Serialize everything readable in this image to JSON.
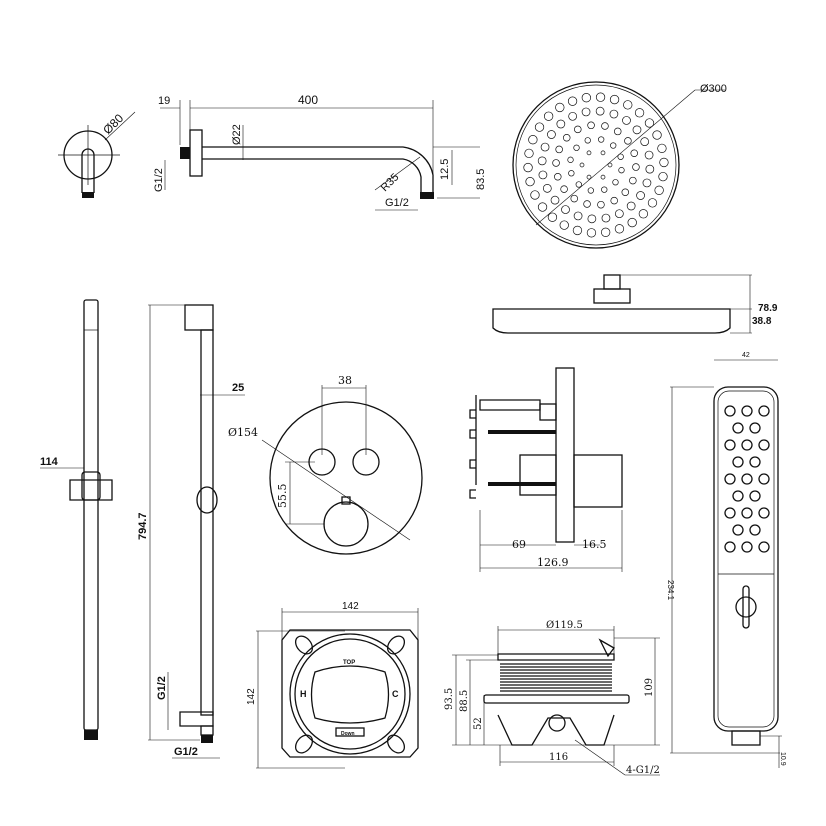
{
  "wall_flange": {
    "diameter": "Ø80"
  },
  "shower_arm": {
    "flange_depth": "19",
    "length": "400",
    "pipe_diameter": "Ø22",
    "inlet_thread": "G1/2",
    "bend_radius": "R35",
    "outlet_offset": "12.5",
    "drop": "83.5",
    "outlet_thread": "G1/2"
  },
  "rain_head": {
    "diameter": "Ø300",
    "height_total": "78.9",
    "height_body": "38.8"
  },
  "slide_rail": {
    "holder_offset": "114",
    "length": "794.7",
    "depth": "25",
    "outlet_thread_side": "G1/2",
    "outlet_thread_bottom": "G1/2"
  },
  "valve_plate": {
    "knob_spacing": "38",
    "diameter": "Ø154",
    "vertical_offset": "55.5"
  },
  "valve_side": {
    "depth_body": "69",
    "depth_trim": "16.5",
    "depth_total": "126.9"
  },
  "hand_shower": {
    "width": "42",
    "length": "234.1",
    "thread_length": "10.9"
  },
  "box_front": {
    "width": "142",
    "height": "142",
    "label_top": "TOP",
    "label_hot": "H",
    "label_cold": "C",
    "label_down": "Down"
  },
  "box_side": {
    "diameter": "Ø119.5",
    "height_a": "93.5",
    "height_b": "88.5",
    "height_c": "52",
    "height_total": "109",
    "width": "116",
    "ports": "4-G1/2"
  }
}
